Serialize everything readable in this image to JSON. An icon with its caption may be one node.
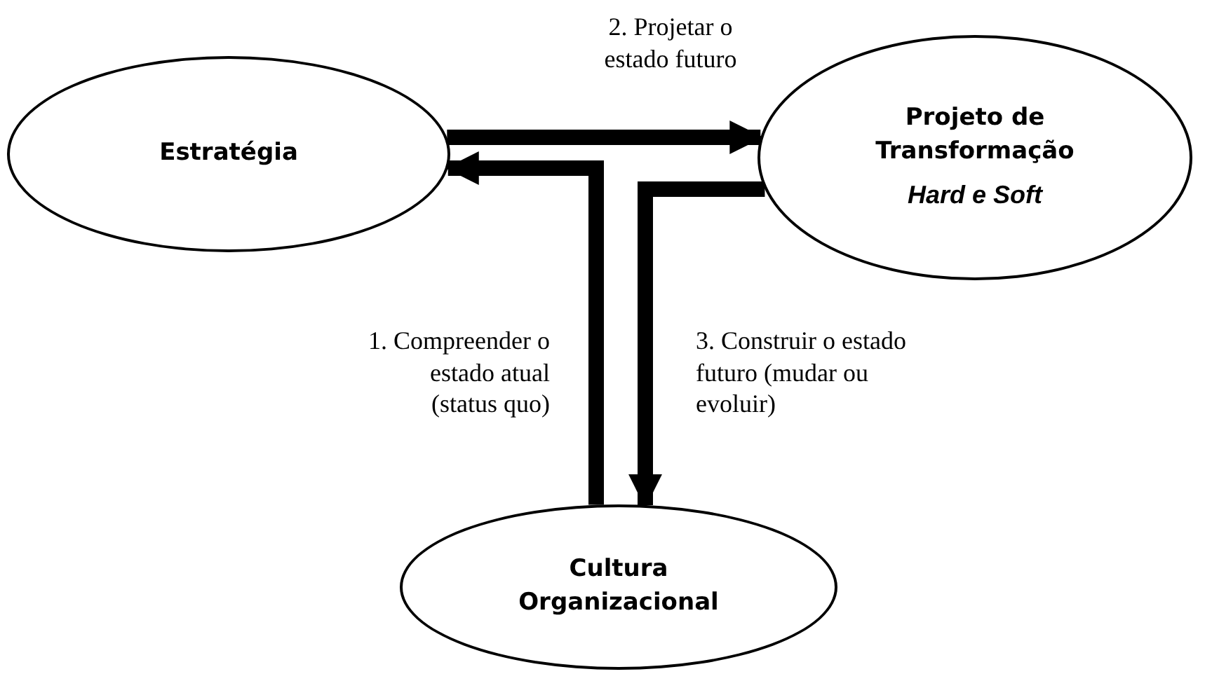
{
  "diagram": {
    "nodes": [
      {
        "text": [
          "Estratégia"
        ]
      },
      {
        "text": [
          "Projeto de Transformação",
          "Hard e Soft"
        ]
      },
      {
        "text": [
          "Cultura Organizacional"
        ]
      }
    ],
    "edges": [
      {
        "from": 0,
        "to": 1,
        "arrow": "to",
        "label": "2. Projetar o estado futuro"
      },
      {
        "from": 2,
        "to": 0,
        "arrow": "to",
        "label": "1. Compreender o estado atual (status quo)"
      },
      {
        "from": 1,
        "to": 2,
        "arrow": "to",
        "label": "3. Construir o estado futuro (mudar ou evoluir)"
      }
    ]
  }
}
